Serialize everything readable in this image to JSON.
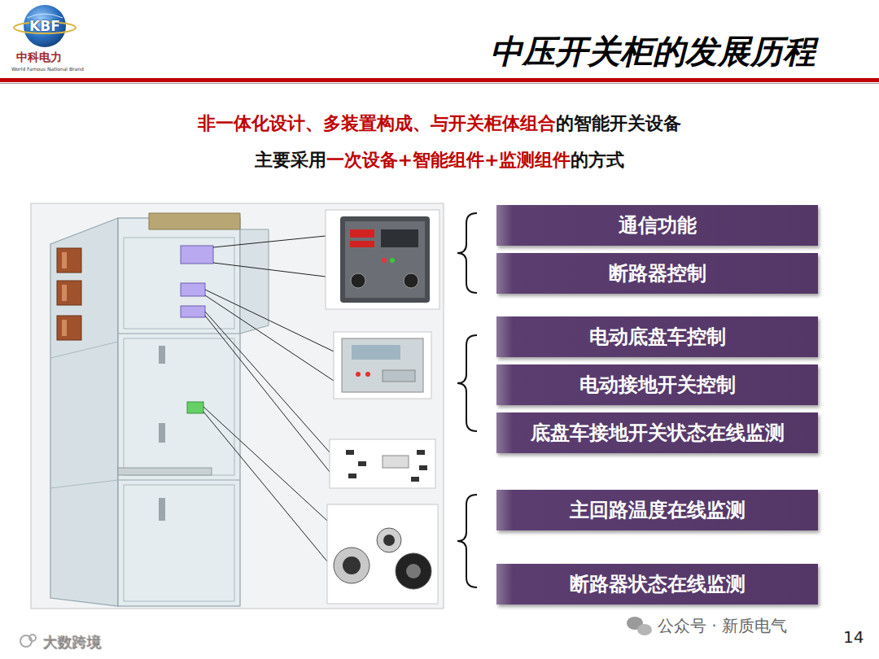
{
  "diagram": {
    "title": "中压开关柜的发展历程",
    "nodes": [
      {
        "text": [
          "通信功能"
        ]
      },
      {
        "text": [
          "断路器控制"
        ]
      },
      {
        "text": [
          "电动底盘车控制"
        ]
      },
      {
        "text": [
          "电动接地开关控制"
        ]
      },
      {
        "text": [
          "底盘车接地开关状态在线监测"
        ]
      },
      {
        "text": [
          "主回路温度在线监测"
        ]
      },
      {
        "text": [
          "断路器状态在线监测"
        ]
      }
    ],
    "labels": [
      "KBF",
      "中科电力",
      "World Famous National Brand",
      "非一体化设计、多装置构成、与开关柜体组合",
      "的智能开关设备",
      "主要采用",
      "一次设备+智能组件+监测组件",
      "的方式",
      "公众号 · 新质电气",
      "14",
      "大数跨境"
    ]
  }
}
